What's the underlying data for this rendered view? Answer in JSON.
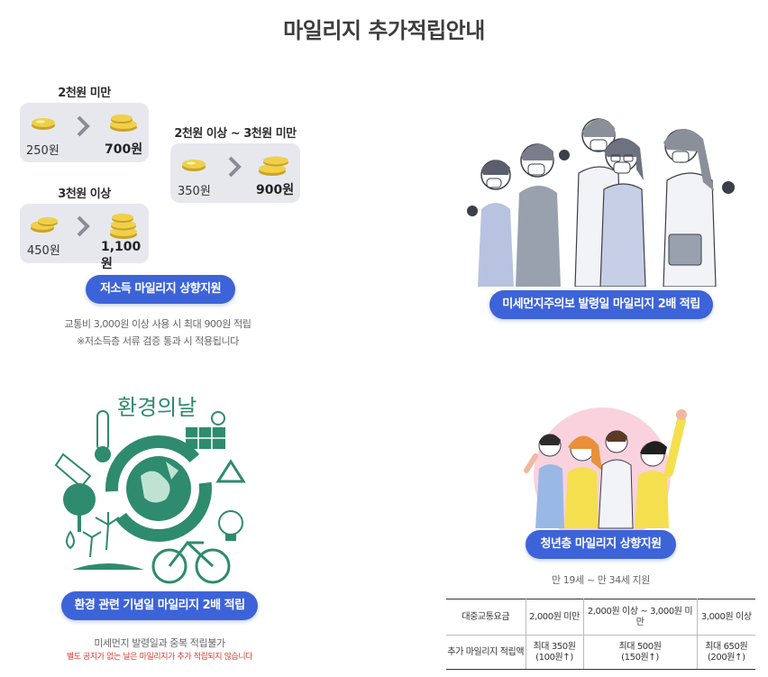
{
  "page_title": "마일리지 추가적립안내",
  "low_income": {
    "tiers": [
      {
        "label": "2천원 미만",
        "from": "250원",
        "to": "700원"
      },
      {
        "label": "2천원 이상 ~ 3천원 미만",
        "from": "350원",
        "to": "900원"
      },
      {
        "label": "3천원 이상",
        "from": "450원",
        "to": "1,100원"
      }
    ],
    "button": "저소득 마일리지 상향지원",
    "note1": "교통비 3,000원 이상 사용 시 최대 900원 적립",
    "note2": "※저소득층 서류 검증 통과 시 적용됩니다"
  },
  "fine_dust": {
    "button": "미세먼지주의보 발령일 마일리지 2배 적립"
  },
  "environment": {
    "illustration_text": "환경의날",
    "button": "환경 관련 기념일 마일리지 2배 적립",
    "note1": "미세먼지 발령일과 중복 적립불가",
    "note2": "별도 공지가 없는 날은 마일리지가 추가 적립되지 않습니다"
  },
  "youth": {
    "button": "청년층 마일리지 상향지원",
    "age_note": "만 19세 ~ 만 34세 지원",
    "table": {
      "header": [
        "대중교통요금",
        "2,000원 미만",
        "2,000원 이상 ~ 3,000원 미만",
        "3,000원 이상"
      ],
      "row_label": "추가 마일리지 적립액",
      "row_values_line1": [
        "최대 350원",
        "최대 500원",
        "최대 650원"
      ],
      "row_values_line2": [
        "(100원↑)",
        "(150원↑)",
        "(200원↑)"
      ]
    }
  },
  "colors": {
    "accent": "#3d63d9",
    "tier_bg": "#e6e8ee",
    "coin": "#e8c53a",
    "green": "#2e8b6e",
    "warning": "#e03a2e"
  },
  "icons": [
    "coin-icon",
    "chevron-right-icon",
    "people-masks-illustration",
    "environment-day-illustration",
    "youth-people-illustration"
  ]
}
